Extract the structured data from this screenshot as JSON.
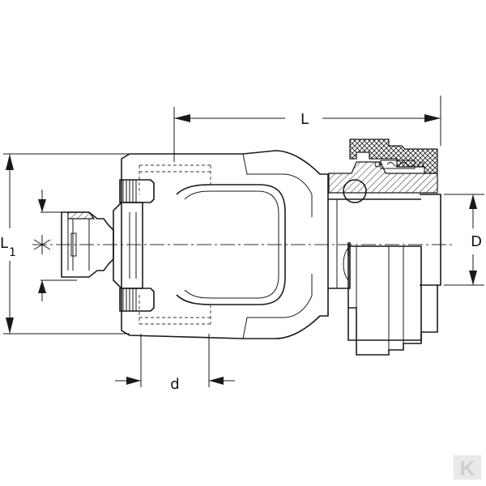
{
  "labels": {
    "length": "L",
    "length_1": "L",
    "length_1_subscript": "1",
    "diameter": "D",
    "distance": "d"
  },
  "symbols": {
    "star": "spline-star-symbol"
  },
  "watermark": {
    "text": "K",
    "color": "#d8d8d8"
  },
  "colors": {
    "line": "#1a1a1a",
    "background": "#ffffff"
  }
}
